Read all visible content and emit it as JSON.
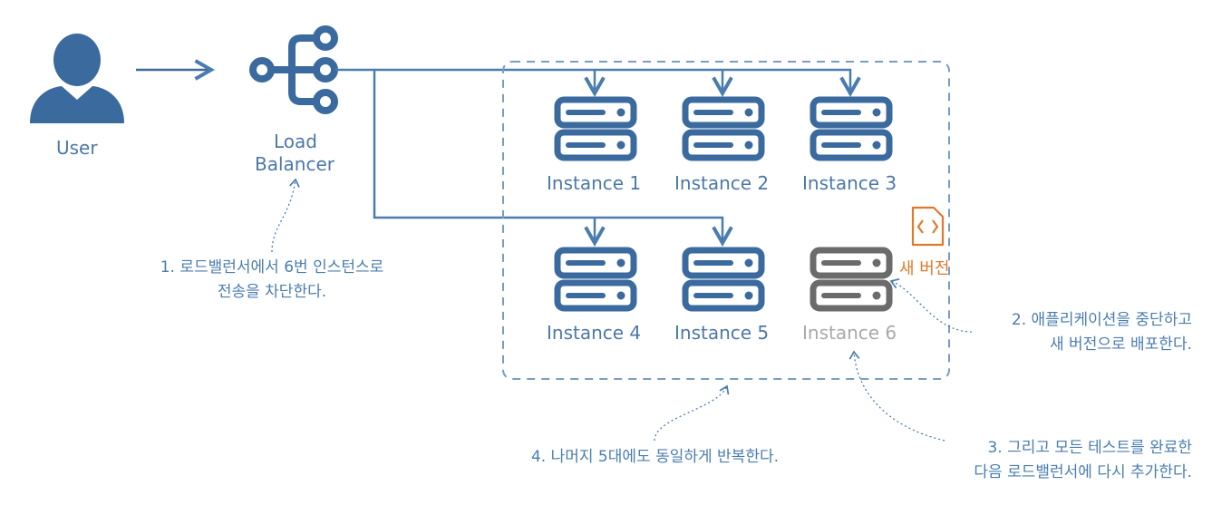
{
  "colors": {
    "primary": "#3b6a9e",
    "line": "#4a7cb0",
    "inactive": "#6b6b6b",
    "new_version": "#e07a2b",
    "label": "#4c78a8"
  },
  "nodes": {
    "user": {
      "label": "User",
      "icon": "user-icon"
    },
    "load_balancer": {
      "label_line1": "Load",
      "label_line2": "Balancer",
      "icon": "load-balancer-icon"
    },
    "instances": [
      {
        "label": "Instance 1",
        "active": true
      },
      {
        "label": "Instance 2",
        "active": true
      },
      {
        "label": "Instance 3",
        "active": true
      },
      {
        "label": "Instance 4",
        "active": true
      },
      {
        "label": "Instance 5",
        "active": true
      },
      {
        "label": "Instance 6",
        "active": false
      }
    ],
    "new_version": {
      "label": "새 버전",
      "icon": "code-file-icon"
    }
  },
  "notes": {
    "step1": {
      "line1": "1. 로드밸런서에서 6번 인스턴스로",
      "line2": "전송을 차단한다."
    },
    "step2": {
      "line1": "2. 애플리케이션을 중단하고",
      "line2": "새 버전으로 배포한다."
    },
    "step3": {
      "line1": "3. 그리고 모든 테스트를 완료한",
      "line2": "다음 로드밸런서에 다시 추가한다."
    },
    "step4": {
      "line1": "4. 나머지 5대에도 동일하게 반복한다."
    }
  }
}
